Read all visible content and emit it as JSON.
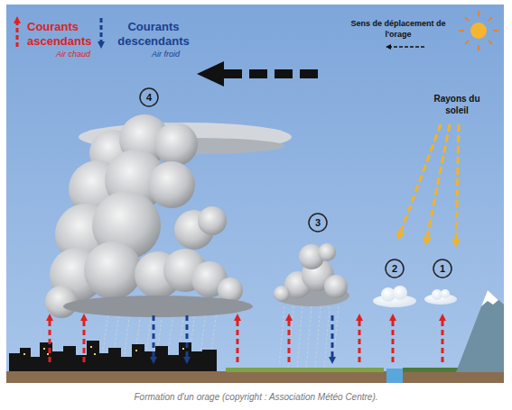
{
  "diagram": {
    "caption": "Formation d'un orage (copyright : Association Météo Centre).",
    "labels": [
      "Air chaud",
      "Air froid",
      "Rayons du soleil",
      "4",
      "3",
      "2",
      "1"
    ],
    "legend": [
      {
        "text": "Courants ascendants"
      },
      {
        "text": "Courants descendants"
      },
      {
        "text": "Sens de déplacement de l'orage"
      }
    ]
  }
}
